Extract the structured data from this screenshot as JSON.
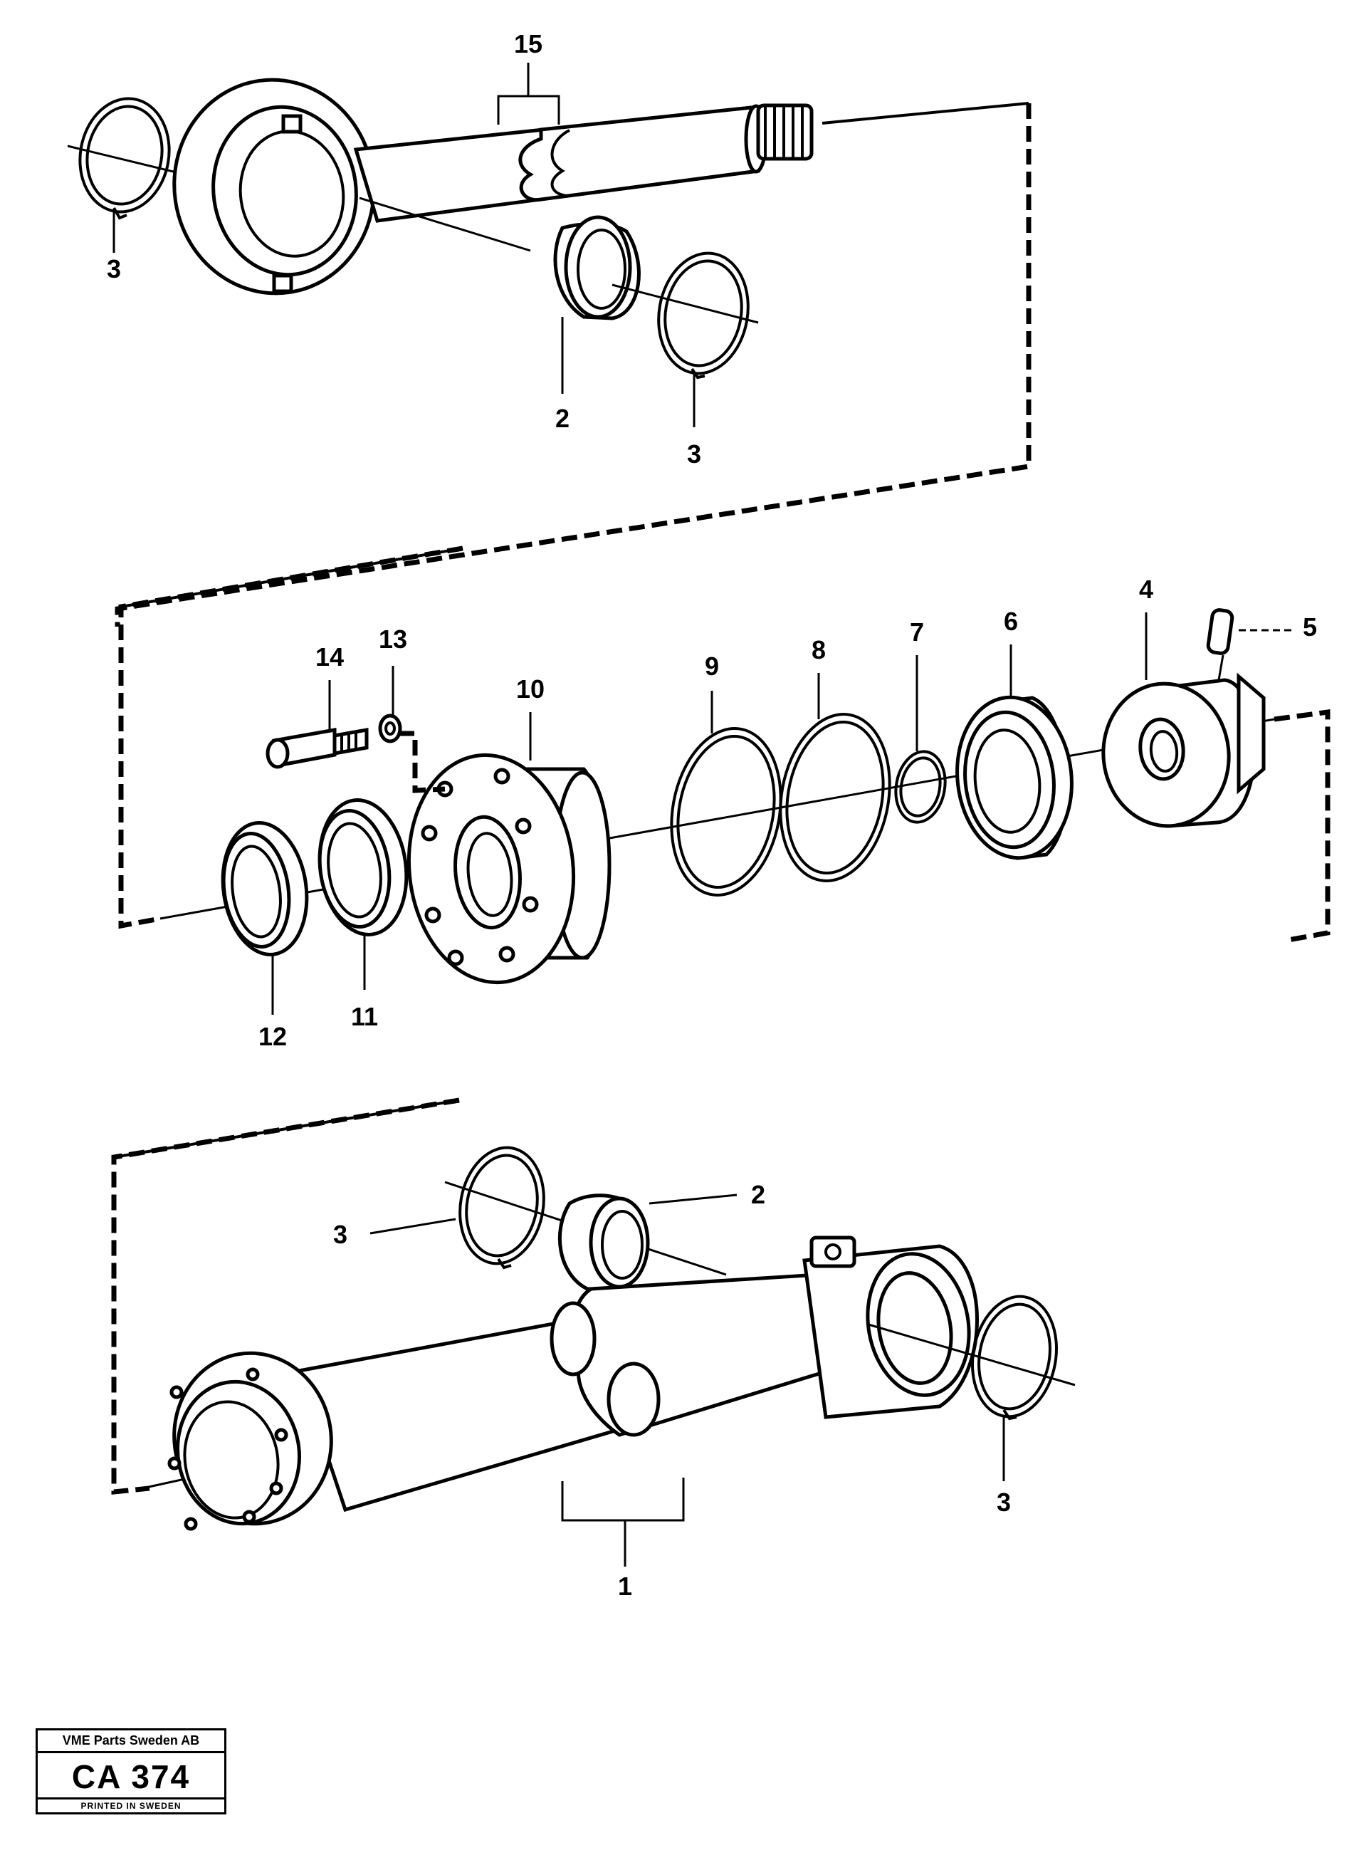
{
  "callouts": {
    "rod_assembly": "15",
    "rod_circlip_left": "3",
    "rod_bushing": "2",
    "rod_circlip_right": "3",
    "screw": "14",
    "washer": "13",
    "cylinder_head": "10",
    "seal_9": "9",
    "seal_8": "8",
    "seal_7": "7",
    "piston_seal": "6",
    "piston": "4",
    "pin": "5",
    "wiper": "12",
    "seal_11": "11",
    "tube_circlip_left": "3",
    "tube_bushing": "2",
    "tube_circlip_right": "3",
    "cylinder_tube": "1"
  },
  "stamp": {
    "company": "VME Parts Sweden AB",
    "code": "CA 374",
    "printed": "PRINTED IN SWEDEN"
  }
}
